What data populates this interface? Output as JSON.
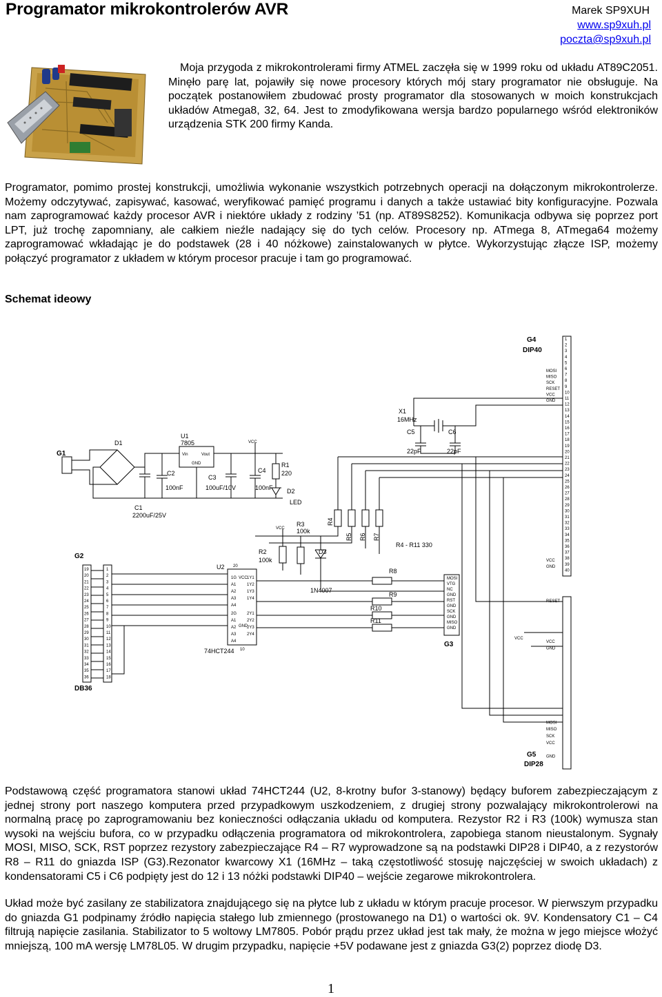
{
  "header": {
    "title": "Programator mikrokontrolerów AVR",
    "author": "Marek SP9XUH",
    "website": "www.sp9xuh.pl",
    "email": "poczta@sp9xuh.pl"
  },
  "intro": "Moja przygoda z mikrokontrolerami firmy ATMEL zaczęła się w 1999 roku od układu AT89C2051. Minęło parę lat, pojawiły się nowe procesory których mój stary programator nie obsługuje. Na początek postanowiłem zbudować prosty programator dla stosowanych w moich konstrukcjach układów Atmega8, 32, 64. Jest to zmodyfikowana wersja bardzo popularnego wśród elektroników urządzenia STK 200 firmy Kanda.",
  "paragraph2": "Programator, pomimo prostej konstrukcji, umożliwia wykonanie wszystkich potrzebnych operacji na dołączonym mikrokontrolerze. Możemy odczytywać, zapisywać, kasować, weryfikować pamięć programu i danych a także ustawiać bity konfiguracyjne. Pozwala nam zaprogramować każdy procesor AVR i niektóre układy z rodziny ’51 (np. AT89S8252). Komunikacja odbywa się poprzez port LPT, już trochę zapomniany, ale całkiem nieźle nadający się do tych celów. Procesory np. ATmega 8, ATmega64 możemy zaprogramować wkładając je do podstawek (28 i 40 nóżkowe) zainstalowanych w płytce. Wykorzystując złącze ISP, możemy połączyć programator z układem w którym procesor pracuje i tam go programować.",
  "section_heading": "Schemat ideowy",
  "paragraph3": "Podstawową część programatora stanowi układ 74HCT244 (U2, 8-krotny bufor 3-stanowy) będący buforem zabezpieczającym z jednej strony port naszego komputera przed przypadkowym uszkodzeniem, z drugiej strony pozwalający mikrokontrolerowi na normalną pracę po zaprogramowaniu bez konieczności odłączania układu od komputera. Rezystor R2 i R3 (100k) wymusza stan wysoki na wejściu bufora, co w przypadku odłączenia programatora od mikrokontrolera, zapobiega stanom nieustalonym. Sygnały MOSI, MISO, SCK, RST poprzez rezystory zabezpieczające R4 – R7 wyprowadzone są na podstawki DIP28 i DIP40, a z rezystorów R8 – R11 do gniazda ISP (G3).Rezonator kwarcowy X1 (16MHz – taką częstotliwość stosuję najczęściej w swoich układach) z kondensatorami C5 i C6 podpięty jest do 12 i 13 nóżki podstawki DIP40 – wejście zegarowe mikrokontrolera.",
  "paragraph4": "Układ może być zasilany ze stabilizatora znajdującego się na płytce lub z układu w którym pracuje procesor. W pierwszym przypadku do gniazda G1 podpinamy źródło napięcia stałego lub zmiennego (prostowanego na D1) o wartości ok. 9V. Kondensatory C1 – C4 filtrują napięcie zasilania. Stabilizator to 5 woltowy LM7805. Pobór prądu przez układ jest tak mały, że można w jego miejsce włożyć mniejszą, 100 mA wersję LM78L05. W drugim przypadku, napięcie +5V podawane jest z gniazda G3(2) poprzez diodę D3.",
  "page_number": "1",
  "schematic": {
    "g4": "G4",
    "g4_type": "DIP40",
    "g5": "G5",
    "g5_type": "DIP28",
    "g1": "G1",
    "g2": "G2",
    "g2_type": "DB36",
    "g3": "G3",
    "x1": "X1",
    "x1_val": "16MHz",
    "c5": "C5",
    "c6": "C6",
    "c56_val": "22pF",
    "d1": "D1",
    "u1": "U1",
    "u1_type": "7805",
    "u1_vin": "Vin",
    "u1_vout": "Vout",
    "u1_gnd": "GND",
    "c1": "C1",
    "c1_val": "2200uF/25V",
    "c2": "C2",
    "c2_val": "100nF",
    "c3": "C3",
    "c3_val": "100uF/10V",
    "c4": "C4",
    "c4_val": "100nF",
    "r1": "R1",
    "r1_val": "220",
    "d2": "D2",
    "d2_type": "LED",
    "vcc": "VCC",
    "r2": "R2",
    "r2_val": "100k",
    "r3": "R3",
    "r3_val": "100k",
    "d3": "D3",
    "d3_type": "1N4007",
    "r4": "R4",
    "r5": "R5",
    "r6": "R6",
    "r7": "R7",
    "r_range": "R4 - R11 330",
    "r8": "R8",
    "r9": "R9",
    "r10": "R10",
    "r11": "R11",
    "u2": "U2",
    "u2_type": "74HCT244",
    "u2_left": [
      "1G",
      "A1",
      "A2",
      "A3",
      "A4",
      "2G",
      "A1",
      "A2",
      "A3",
      "A4"
    ],
    "u2_right": [
      "1Y1",
      "1Y2",
      "1Y3",
      "1Y4",
      "2Y1",
      "2Y2",
      "2Y3",
      "2Y4"
    ],
    "u2_mid": [
      "VCC",
      "GND"
    ],
    "g3_pins": [
      "MOSI",
      "VTG",
      "NC",
      "GND",
      "RST",
      "GND",
      "SCK",
      "GND",
      "MISO",
      "GND"
    ],
    "g4_pins": [
      "1",
      "2",
      "3",
      "4",
      "5",
      "6",
      "7",
      "8",
      "9",
      "10",
      "11",
      "12",
      "13",
      "14",
      "15",
      "16",
      "17",
      "18",
      "19",
      "20",
      "21",
      "22",
      "23",
      "24",
      "25",
      "26",
      "27",
      "28",
      "29",
      "30",
      "31",
      "32",
      "33",
      "34",
      "35",
      "36",
      "37",
      "38",
      "39",
      "40"
    ],
    "g4_side": [
      "MOSI",
      "MISO",
      "SCK",
      "RESET",
      "VCC",
      "GND",
      "",
      "",
      "",
      "",
      "",
      "",
      "",
      "",
      "",
      "",
      "",
      "",
      "",
      "",
      "",
      "",
      "",
      "",
      "",
      "",
      "",
      "",
      "",
      "",
      "",
      "",
      "VCC",
      "GND"
    ],
    "g5_side": [
      "RESET",
      "",
      "",
      "",
      "",
      "",
      "VCC",
      "GND",
      "",
      "",
      "",
      "",
      "",
      "",
      "",
      "",
      "",
      "",
      "MOSI",
      "MISO",
      "SCK",
      "VCC",
      "",
      "GND"
    ],
    "db_pins": [
      "19",
      "1",
      "20",
      "2",
      "21",
      "3",
      "22",
      "4",
      "23",
      "5",
      "24",
      "6",
      "25",
      "7",
      "26",
      "8",
      "27",
      "9",
      "28",
      "10",
      "29",
      "11",
      "30",
      "12",
      "31",
      "13",
      "32",
      "14",
      "33",
      "15",
      "34",
      "16",
      "35",
      "17",
      "36",
      "18"
    ],
    "pin_20": "20",
    "pin_10": "10"
  }
}
